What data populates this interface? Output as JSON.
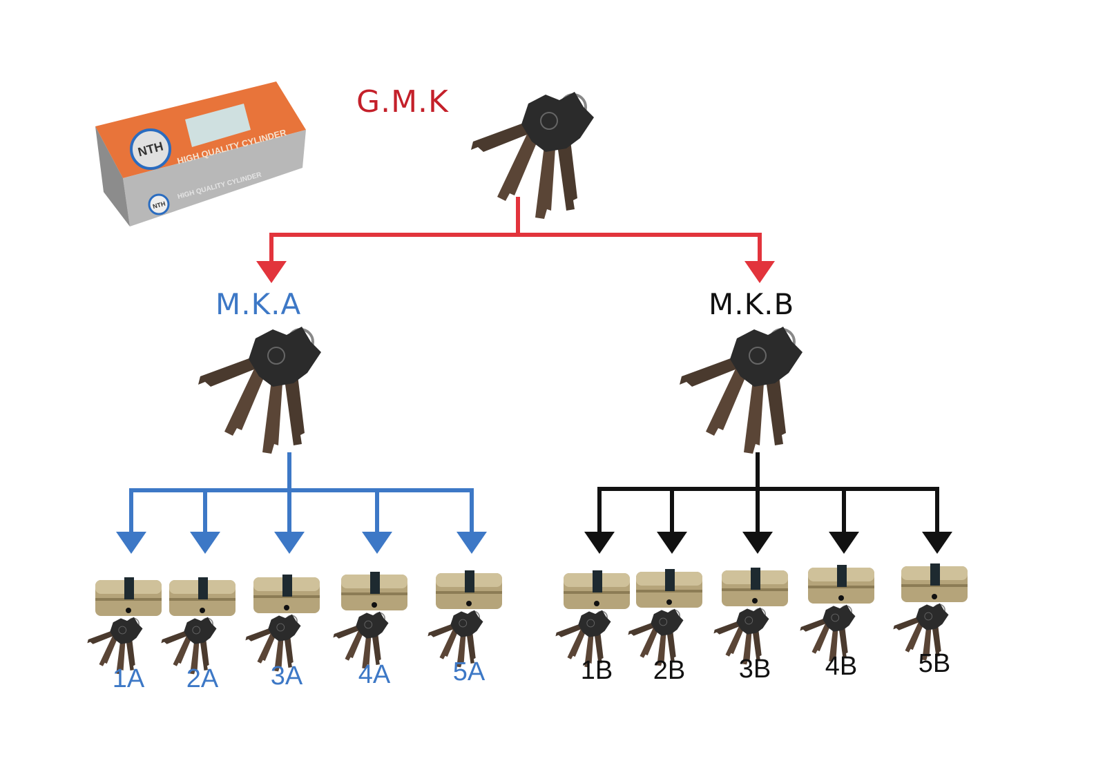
{
  "product_box": {
    "brand": "NTH",
    "tagline": "HIGH QUALITY CYLINDER"
  },
  "grand_master": {
    "label": "G.M.K"
  },
  "masters": [
    {
      "label": "M.K.A",
      "color": "#3d78c6"
    },
    {
      "label": "M.K.B",
      "color": "#111111"
    }
  ],
  "connector_color_grand": "#e2343c",
  "group_a": [
    "1A",
    "2A",
    "3A",
    "4A",
    "5A"
  ],
  "group_b": [
    "1B",
    "2B",
    "3B",
    "4B",
    "5B"
  ]
}
